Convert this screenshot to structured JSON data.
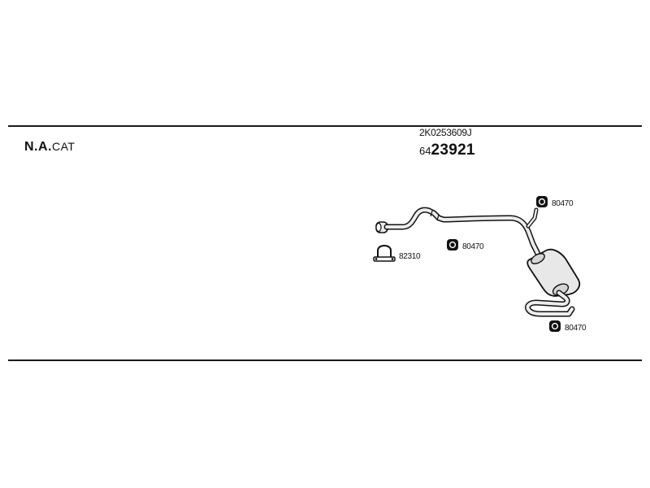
{
  "header": {
    "variant_bold": "N.A.",
    "variant_rest": "CAT",
    "reference": "2K0253609J",
    "part_prefix": "64",
    "part_main": "23921"
  },
  "callouts": [
    {
      "id": "clamp",
      "label": "82310",
      "icon": "clamp-icon"
    },
    {
      "id": "hanger-mid",
      "label": "80470",
      "icon": "rubber-hanger-icon"
    },
    {
      "id": "hanger-top",
      "label": "80470",
      "icon": "rubber-hanger-icon"
    },
    {
      "id": "hanger-rear",
      "label": "80470",
      "icon": "rubber-hanger-icon"
    }
  ]
}
